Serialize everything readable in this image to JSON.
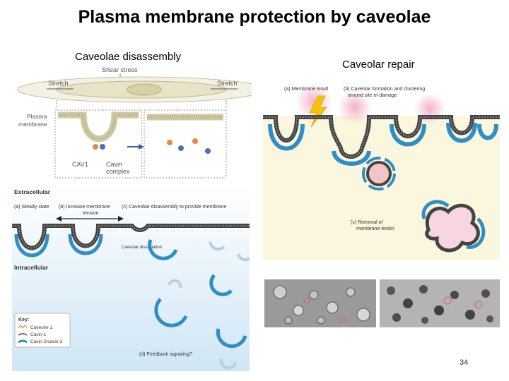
{
  "slide": {
    "title": "Plasma membrane protection by caveolae",
    "left_heading": "Caveolae disassembly",
    "right_heading": "Caveolar repair",
    "page_number": "34"
  },
  "left_top_figure": {
    "shear_stress": "Shear stress",
    "stretch_left": "Stretch",
    "stretch_right": "Stretch",
    "plasma_membrane": [
      "Plasma",
      "membrane"
    ],
    "cav1": "CAV1",
    "cavin_complex": [
      "Cavin",
      "complex"
    ]
  },
  "left_bottom_figure": {
    "extracellular": "Extracellular",
    "intracellular": "Intracellular",
    "panel_a": "(a) Steady state",
    "panel_b": [
      "(b) Increase membrane",
      "tension"
    ],
    "panel_c": "(c) Caveolae disassembly to provide membrane",
    "caveolar_dissociation": "Caveolar dissociation",
    "panel_d": "(d) Feedback signaling?",
    "key_title": "Key:",
    "key_items": [
      "Caveolin-1",
      "Cavin-1",
      "Cavin-2/cavin-3"
    ]
  },
  "right_figure": {
    "panel_a": "(a) Membrane insult",
    "panel_b": [
      "(b) Caveolar formation and clustering",
      "around site of damage"
    ],
    "panel_c": [
      "(c) Removal of",
      "membrane lesion"
    ]
  },
  "colors": {
    "cavin_blue": "#2f8fc4",
    "lesion_pink": "#f2a9c4",
    "lightning": "#f5c400"
  }
}
